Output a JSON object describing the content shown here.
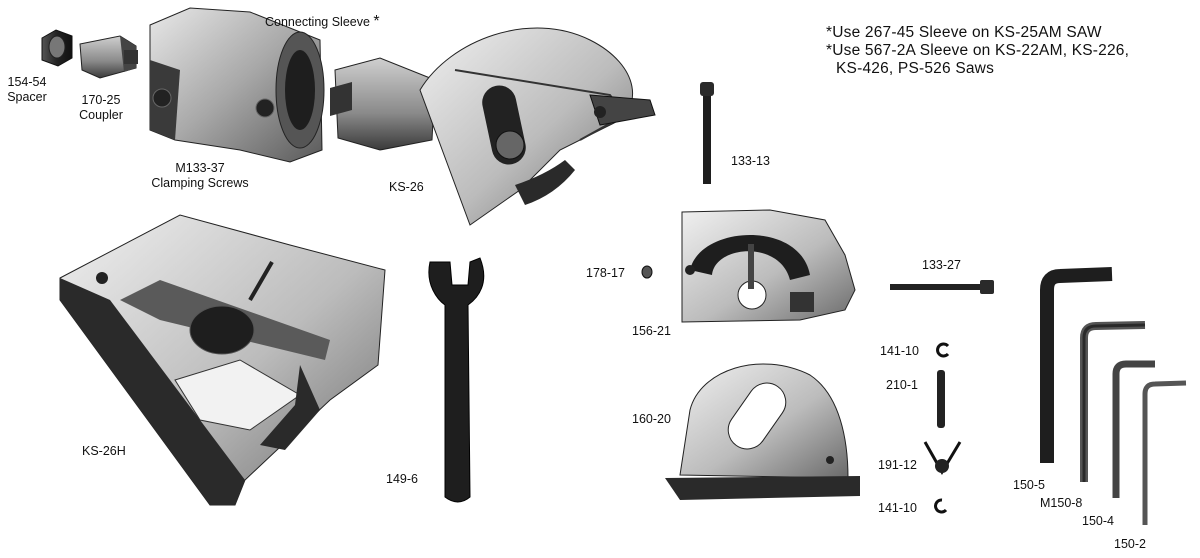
{
  "labels": {
    "spacer_part": "154-54",
    "spacer_name": "Spacer",
    "coupler_part": "170-25",
    "coupler_name": "Coupler",
    "connecting_sleeve": "Connecting Sleeve",
    "asterisk": "*",
    "clamping_part": "M133-37",
    "clamping_name": "Clamping Screws",
    "saw_ks26": "KS-26",
    "saw_ks26h": "KS-26H",
    "screw_133_13": "133-13",
    "setscrew_178_17": "178-17",
    "guard_156_21": "156-21",
    "bolt_133_27": "133-27",
    "clip_141_10_top": "141-10",
    "pin_210_1": "210-1",
    "plate_160_20": "160-20",
    "spring_191_12": "191-12",
    "clip_141_10_bottom": "141-10",
    "wrench_149_6": "149-6",
    "hexkey_150_5": "150-5",
    "hexkey_m150_8": "M150-8",
    "hexkey_150_4": "150-4",
    "hexkey_150_2": "150-2"
  },
  "notes": [
    "*Use 267-45 Sleeve on KS-25AM SAW",
    "*Use 567-2A Sleeve on KS-22AM, KS-226,",
    "KS-426, PS-526 Saws"
  ],
  "colors": {
    "metal_dark": "#2a2a2a",
    "metal_mid": "#8c8c8c",
    "metal_light": "#d8d8d8",
    "ink": "#111111"
  }
}
